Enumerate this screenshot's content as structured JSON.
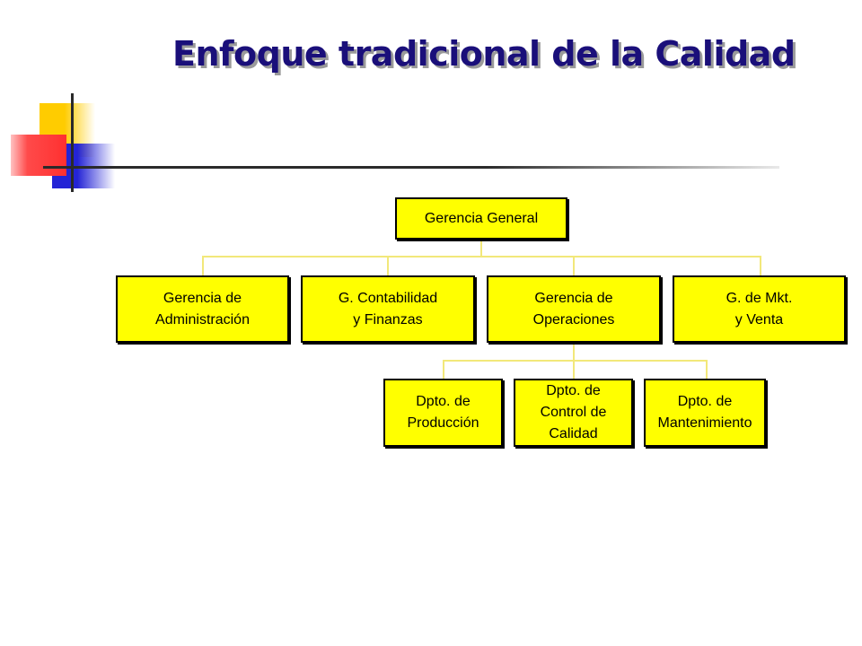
{
  "slide": {
    "title": "Enfoque tradicional de la Calidad"
  },
  "org_chart": {
    "root": {
      "label": "Gerencia General"
    },
    "level1": [
      {
        "label": "Gerencia de Administración"
      },
      {
        "label": "G. Contabilidad\ny Finanzas"
      },
      {
        "label": "Gerencia de\nOperaciones"
      },
      {
        "label": "G. de Mkt.\ny Venta"
      }
    ],
    "level2": [
      {
        "label": "Dpto. de\nProducción"
      },
      {
        "label": "Dpto. de\nControl de Calidad"
      },
      {
        "label": "Dpto. de\nMantenimiento"
      }
    ]
  },
  "colors": {
    "title": "#1a0f7a",
    "box_fill": "#ffff00",
    "connector": "#f2e87a",
    "deco_yellow": "#ffcc00",
    "deco_blue": "#2424d6",
    "deco_red": "#ff3030"
  }
}
